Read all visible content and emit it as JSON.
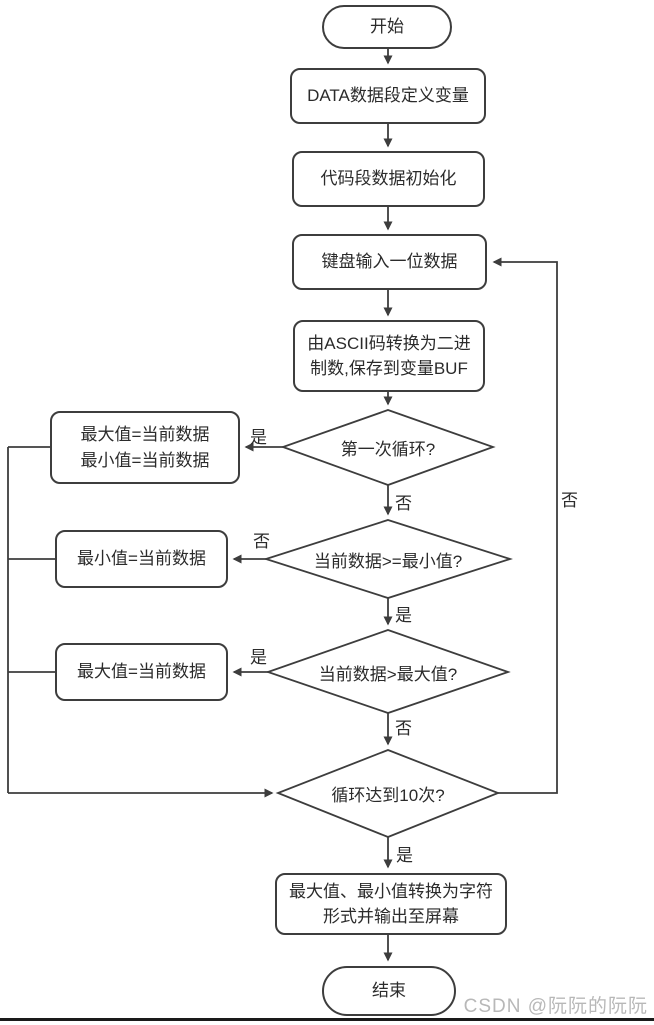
{
  "colors": {
    "line": "#3d3d3d",
    "text": "#2b2b2b",
    "node_fill": "#ffffff",
    "watermark": "#b8b8b8",
    "background": "#ffffff",
    "bottom_bar": "#1a1a1a"
  },
  "flowchart": {
    "nodes": {
      "start": "开始",
      "define_vars": "DATA数据段定义变量",
      "init_code": "代码段数据初始化",
      "keyboard_input": "键盘输入一位数据",
      "ascii_line1": "由ASCII码转换为二进",
      "ascii_line2": "制数,保存到变量BUF",
      "q_first_loop": "第一次循环?",
      "set_both_line1": "最大值=当前数据",
      "set_both_line2": "最小值=当前数据",
      "q_min": "当前数据>=最小值?",
      "set_min": "最小值=当前数据",
      "q_max": "当前数据>最大值?",
      "set_max": "最大值=当前数据",
      "q_loop10": "循环达到10次?",
      "output_line1": "最大值、最小值转换为字符",
      "output_line2": "形式并输出至屏幕",
      "end": "结束"
    },
    "edge_labels": {
      "first_loop_yes": "是",
      "first_loop_no": "否",
      "min_no": "否",
      "min_yes": "是",
      "max_yes": "是",
      "max_no": "否",
      "loop10_yes": "是",
      "loop10_no": "否"
    }
  },
  "watermark": "CSDN @阮阮的阮阮"
}
